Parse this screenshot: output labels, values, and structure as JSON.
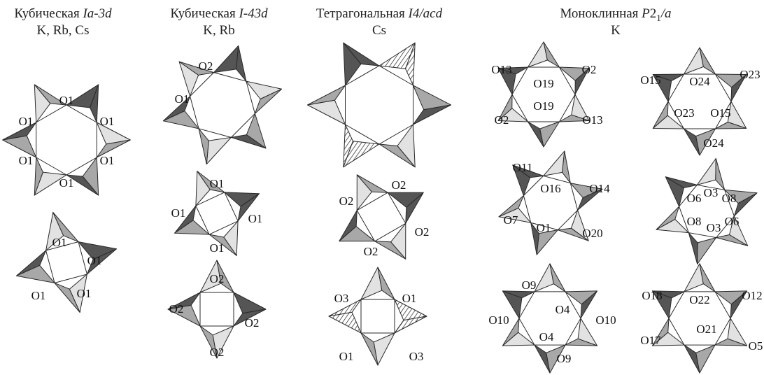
{
  "columns": [
    {
      "id": "c1",
      "title_pre": "Кубическая ",
      "title_italic": "Ia-3d",
      "title_post": "",
      "title_sub": "",
      "title_tail": "",
      "subtitle": "K, Rb, Cs"
    },
    {
      "id": "c2",
      "title_pre": "Кубическая ",
      "title_italic": "I-43d",
      "title_post": "",
      "title_sub": "",
      "title_tail": "",
      "subtitle": "K, Rb"
    },
    {
      "id": "c3",
      "title_pre": "Тетрагональная ",
      "title_italic": "I4/acd",
      "title_post": "",
      "title_sub": "",
      "title_tail": "",
      "subtitle": "Cs"
    },
    {
      "id": "c4",
      "title_pre": "Моноклинная ",
      "title_italic": "P",
      "title_post": "2",
      "title_sub": "1",
      "title_tail": "/a",
      "subtitle": "K"
    }
  ],
  "rings": [
    {
      "id": "c1-six",
      "column": "c1",
      "n": 6,
      "rot": 90,
      "labels": [
        "O1",
        "O1",
        "O1",
        "O1",
        "O1",
        "O1"
      ]
    },
    {
      "id": "c1-four",
      "column": "c1",
      "n": 4,
      "rot": 30,
      "labels": [
        "O1",
        "O1",
        "O1",
        "O1"
      ]
    },
    {
      "id": "c2-six",
      "column": "c2",
      "n": 6,
      "rot": 75,
      "labels": [
        "O2",
        "O1"
      ]
    },
    {
      "id": "c2-four-a",
      "column": "c2",
      "n": 4,
      "rot": 20,
      "labels": [
        "O1",
        "O1",
        "O1",
        "O1"
      ]
    },
    {
      "id": "c2-four-b",
      "column": "c2",
      "n": 4,
      "rot": 45,
      "labels": [
        "O2",
        "O2",
        "O2",
        "O2"
      ]
    },
    {
      "id": "c3-six",
      "column": "c3",
      "n": 6,
      "rot": 30,
      "labels": []
    },
    {
      "id": "c3-four-a",
      "column": "c3",
      "n": 4,
      "rot": 15,
      "labels": [
        "O2",
        "O2",
        "O2",
        "O2"
      ]
    },
    {
      "id": "c3-four-b",
      "column": "c3",
      "n": 4,
      "rot": 45,
      "labels": [
        "O3",
        "O1",
        "O1",
        "O3"
      ]
    },
    {
      "id": "c4-six-a",
      "column": "c4",
      "n": 6,
      "rot": 0,
      "labels": [
        "O13",
        "O2",
        "O19",
        "O19",
        "O2",
        "O13"
      ]
    },
    {
      "id": "c4-six-b",
      "column": "c4",
      "n": 6,
      "rot": 15,
      "labels": [
        "O11",
        "O16",
        "O14",
        "O7",
        "O1",
        "O20"
      ]
    },
    {
      "id": "c4-six-c",
      "column": "c4",
      "n": 6,
      "rot": 0,
      "labels": [
        "O9",
        "O4",
        "O10",
        "O10",
        "O4",
        "O9"
      ]
    },
    {
      "id": "c5-six-a",
      "column": "c4",
      "n": 6,
      "rot": 0,
      "labels": [
        "O15",
        "O24",
        "O23",
        "O23",
        "O15",
        "O24"
      ]
    },
    {
      "id": "c5-six-b",
      "column": "c4",
      "n": 6,
      "rot": 10,
      "labels": [
        "O6",
        "O3",
        "O8",
        "O8",
        "O3",
        "O6"
      ]
    },
    {
      "id": "c5-six-c",
      "column": "c4",
      "n": 6,
      "rot": 0,
      "labels": [
        "O18",
        "O22",
        "O12",
        "O17",
        "O21",
        "O5"
      ]
    }
  ],
  "colors": {
    "light": "#e2e2e2",
    "mid": "#a8a8a8",
    "dark": "#555555",
    "stroke": "#2a2a2a"
  }
}
